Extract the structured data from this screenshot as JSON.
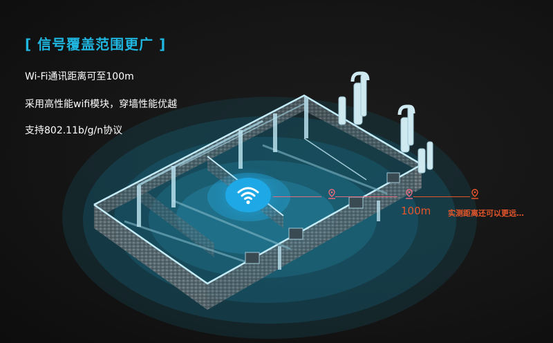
{
  "title": "[ 信号覆盖范围更广 ]",
  "features": [
    "Wi-Fi通讯距离可至100m",
    "采用高性能wifi模块，穿墙性能优越",
    "支持802.11b/g/n协议"
  ],
  "diagram": {
    "center_icon": "wifi-icon",
    "distance_label": "100m",
    "extended_label": "实测距离还可以更远…",
    "markers": [
      "location-pin-icon",
      "location-pin-icon",
      "location-pin-icon"
    ]
  },
  "colors": {
    "title": "#1fb6e0",
    "text": "#ffffff",
    "accent_orange": "#e5562b",
    "line_pink": "#e46b7c",
    "wifi_blue": "#1fa8e6",
    "background": "#121212"
  }
}
